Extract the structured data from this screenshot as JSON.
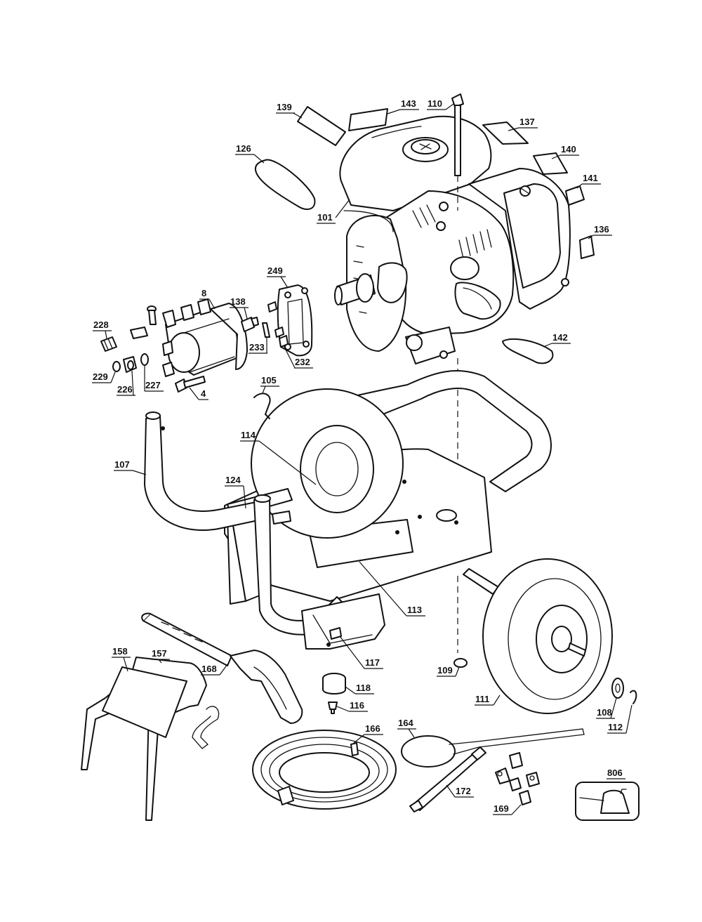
{
  "diagram": {
    "callouts": [
      {
        "id": "139",
        "label": "139"
      },
      {
        "id": "143",
        "label": "143"
      },
      {
        "id": "110",
        "label": "110"
      },
      {
        "id": "137",
        "label": "137"
      },
      {
        "id": "140",
        "label": "140"
      },
      {
        "id": "126",
        "label": "126"
      },
      {
        "id": "141",
        "label": "141"
      },
      {
        "id": "101",
        "label": "101"
      },
      {
        "id": "136",
        "label": "136"
      },
      {
        "id": "249",
        "label": "249"
      },
      {
        "id": "8",
        "label": "8"
      },
      {
        "id": "138",
        "label": "138"
      },
      {
        "id": "228",
        "label": "228"
      },
      {
        "id": "233",
        "label": "233"
      },
      {
        "id": "232",
        "label": "232"
      },
      {
        "id": "229",
        "label": "229"
      },
      {
        "id": "226",
        "label": "226"
      },
      {
        "id": "227",
        "label": "227"
      },
      {
        "id": "4",
        "label": "4"
      },
      {
        "id": "142",
        "label": "142"
      },
      {
        "id": "105",
        "label": "105"
      },
      {
        "id": "107",
        "label": "107"
      },
      {
        "id": "114",
        "label": "114"
      },
      {
        "id": "124",
        "label": "124"
      },
      {
        "id": "113",
        "label": "113"
      },
      {
        "id": "158",
        "label": "158"
      },
      {
        "id": "157",
        "label": "157"
      },
      {
        "id": "168",
        "label": "168"
      },
      {
        "id": "117",
        "label": "117"
      },
      {
        "id": "109",
        "label": "109"
      },
      {
        "id": "118",
        "label": "118"
      },
      {
        "id": "116",
        "label": "116"
      },
      {
        "id": "111",
        "label": "111"
      },
      {
        "id": "108",
        "label": "108"
      },
      {
        "id": "112",
        "label": "112"
      },
      {
        "id": "164",
        "label": "164"
      },
      {
        "id": "166",
        "label": "166"
      },
      {
        "id": "806",
        "label": "806"
      },
      {
        "id": "172",
        "label": "172"
      },
      {
        "id": "169",
        "label": "169"
      }
    ]
  }
}
